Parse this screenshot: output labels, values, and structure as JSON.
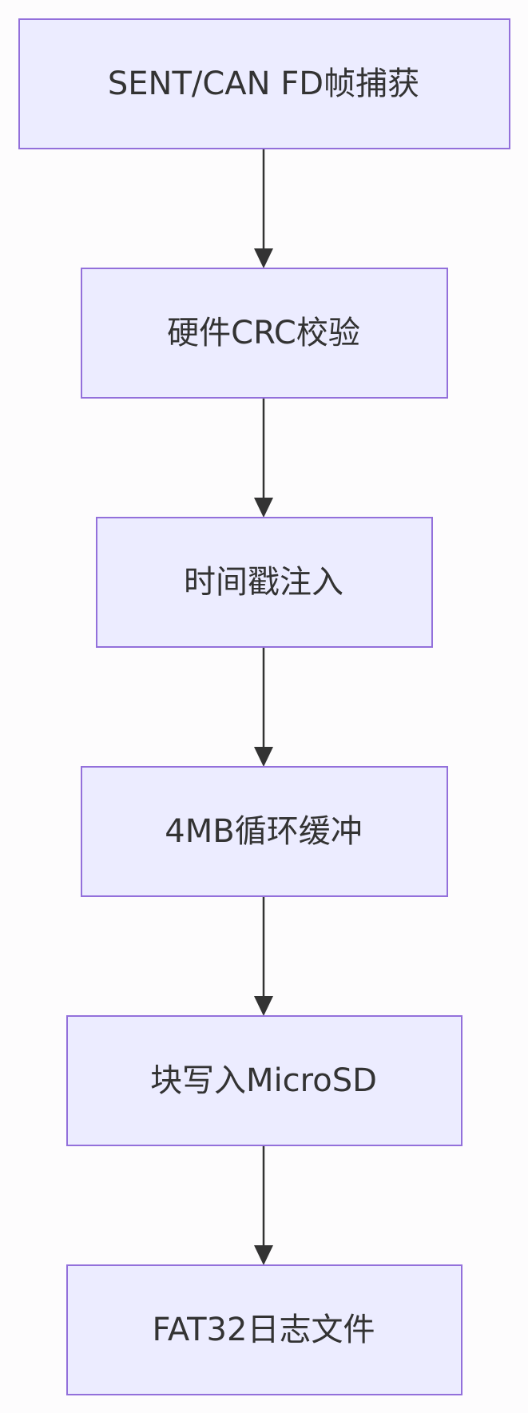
{
  "flowchart": {
    "nodes": [
      {
        "id": "capture",
        "label": "SENT/CAN FD帧捕获"
      },
      {
        "id": "crc",
        "label": "硬件CRC校验"
      },
      {
        "id": "timestamp",
        "label": "时间戳注入"
      },
      {
        "id": "buffer",
        "label": "4MB循环缓冲"
      },
      {
        "id": "write",
        "label": "块写入MicroSD"
      },
      {
        "id": "logfile",
        "label": "FAT32日志文件"
      }
    ],
    "edges": [
      {
        "from": "capture",
        "to": "crc"
      },
      {
        "from": "crc",
        "to": "timestamp"
      },
      {
        "from": "timestamp",
        "to": "buffer"
      },
      {
        "from": "buffer",
        "to": "write"
      },
      {
        "from": "write",
        "to": "logfile"
      }
    ]
  },
  "colors": {
    "node_fill": "#ececff",
    "node_stroke": "#9370db",
    "text": "#333333",
    "edge": "#333333",
    "background": "#fdfcfd"
  }
}
